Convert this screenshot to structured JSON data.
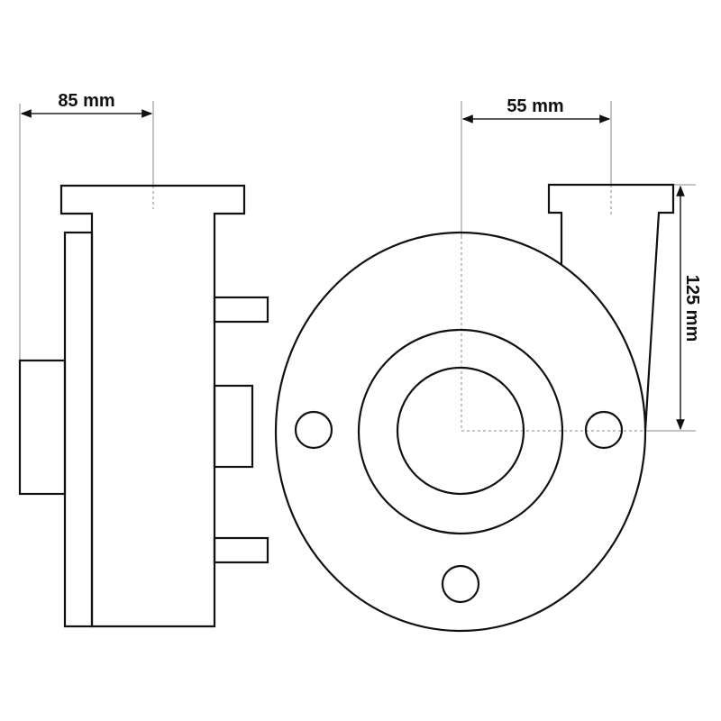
{
  "dimensions": {
    "width_left": "85 mm",
    "offset_right": "55 mm",
    "height_right": "125 mm"
  },
  "colors": {
    "line": "#111111",
    "guide": "#888888",
    "background": "#ffffff"
  }
}
